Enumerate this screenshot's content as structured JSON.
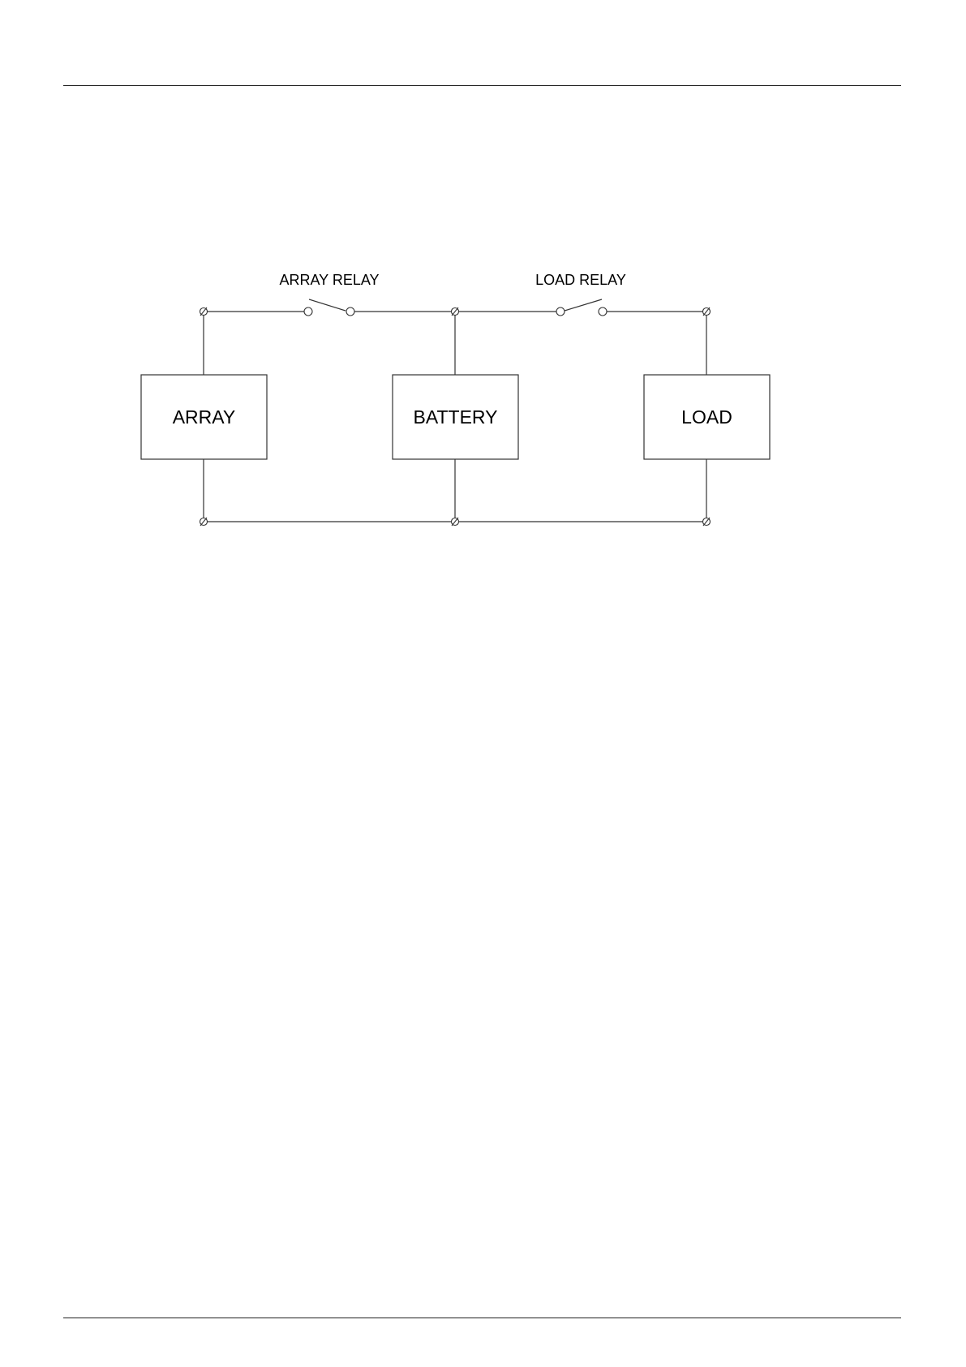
{
  "diagram": {
    "blocks": {
      "array": "ARRAY",
      "battery": "BATTERY",
      "load": "LOAD"
    },
    "relays": {
      "array_relay": "ARRAY RELAY",
      "load_relay": "LOAD RELAY"
    },
    "connections": [
      {
        "from": "ARRAY",
        "to": "BATTERY",
        "via": "ARRAY RELAY",
        "rail": "top"
      },
      {
        "from": "BATTERY",
        "to": "LOAD",
        "via": "LOAD RELAY",
        "rail": "top"
      },
      {
        "from": "ARRAY",
        "to": "BATTERY",
        "rail": "bottom"
      },
      {
        "from": "BATTERY",
        "to": "LOAD",
        "rail": "bottom"
      }
    ]
  }
}
